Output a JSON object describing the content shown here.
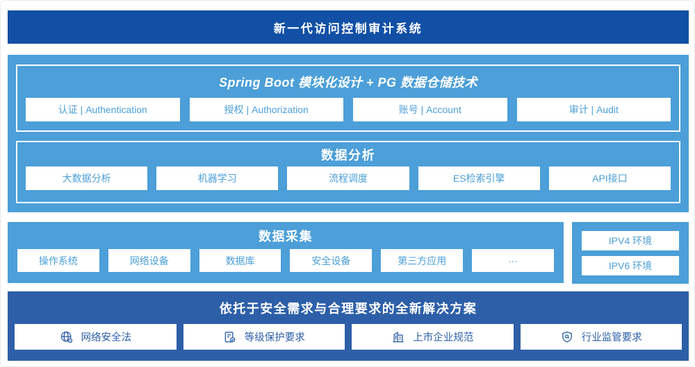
{
  "page": {
    "title": "新一代访问控制审计系统"
  },
  "platform": {
    "modules": [
      {
        "title": "Spring Boot 模块化设计 + PG 数据仓储技术",
        "items": [
          "认证 | Authentication",
          "授权 | Authorization",
          "账号 | Account",
          "审计 | Audit"
        ]
      },
      {
        "title": "数据分析",
        "items": [
          "大数据分析",
          "机器学习",
          "流程调度",
          "ES检索引擎",
          "API接口"
        ]
      }
    ]
  },
  "collection": {
    "title": "数据采集",
    "items": [
      "操作系统",
      "网络设备",
      "数据库",
      "安全设备",
      "第三方应用",
      "···"
    ]
  },
  "network": {
    "items": [
      "IPV4 环境",
      "IPV6 环境"
    ]
  },
  "solution": {
    "title": "依托于安全需求与合理要求的全新解决方案",
    "items": [
      {
        "icon": "globe-icon",
        "label": "网络安全法"
      },
      {
        "icon": "document-check-icon",
        "label": "等级保护要求"
      },
      {
        "icon": "building-icon",
        "label": "上市企业规范"
      },
      {
        "icon": "shield-search-icon",
        "label": "行业监管要求"
      }
    ]
  },
  "colors": {
    "banner_blue": "#1150A4",
    "solution_blue": "#2D5FA8",
    "light_blue": "#4C9FD8"
  }
}
